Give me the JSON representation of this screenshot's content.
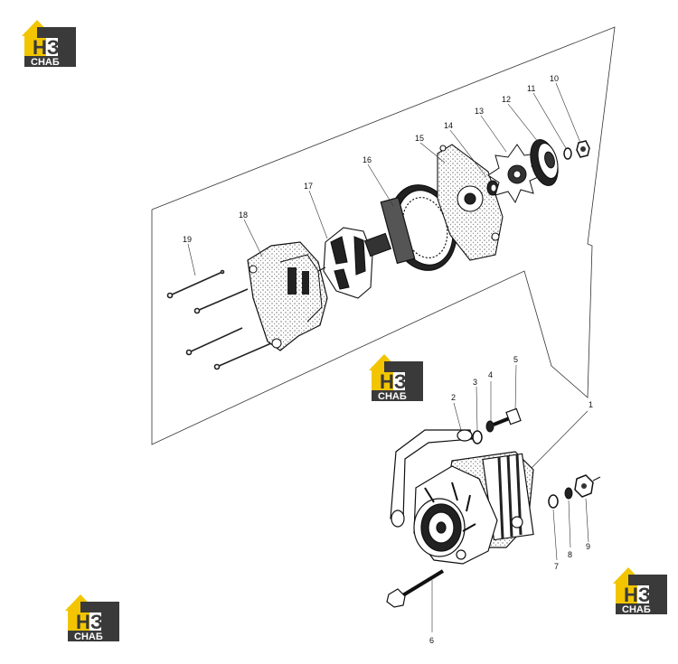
{
  "logo": {
    "top": "НЗ",
    "bottom": "СНАБ",
    "colors": {
      "yellow": "#f2c500",
      "dark": "#3a3a3a",
      "text": "#ffffff"
    }
  },
  "callouts": [
    "1",
    "2",
    "3",
    "4",
    "5",
    "6",
    "7",
    "8",
    "9",
    "10",
    "11",
    "12",
    "13",
    "14",
    "15",
    "16",
    "17",
    "18",
    "19"
  ]
}
